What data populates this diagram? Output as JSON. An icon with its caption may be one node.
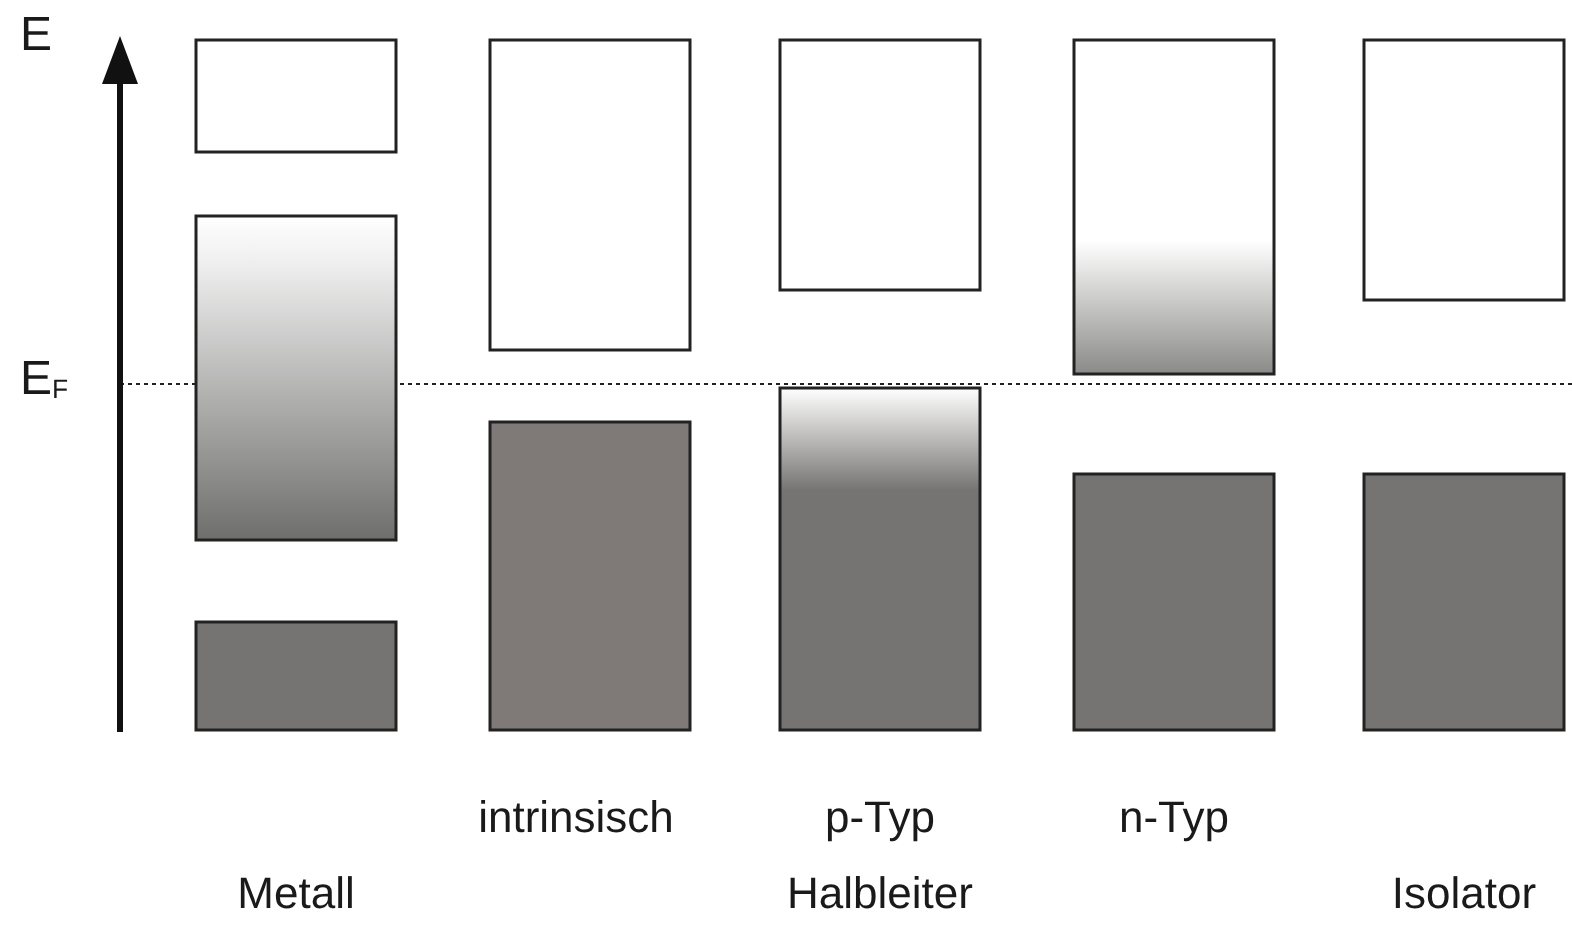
{
  "diagram": {
    "labels": [
      "E",
      "E$_{F}$",
      "intrinsisch",
      "p-Typ",
      "n-Typ",
      "Metall",
      "Halbleiter",
      "Isolator"
    ]
  }
}
